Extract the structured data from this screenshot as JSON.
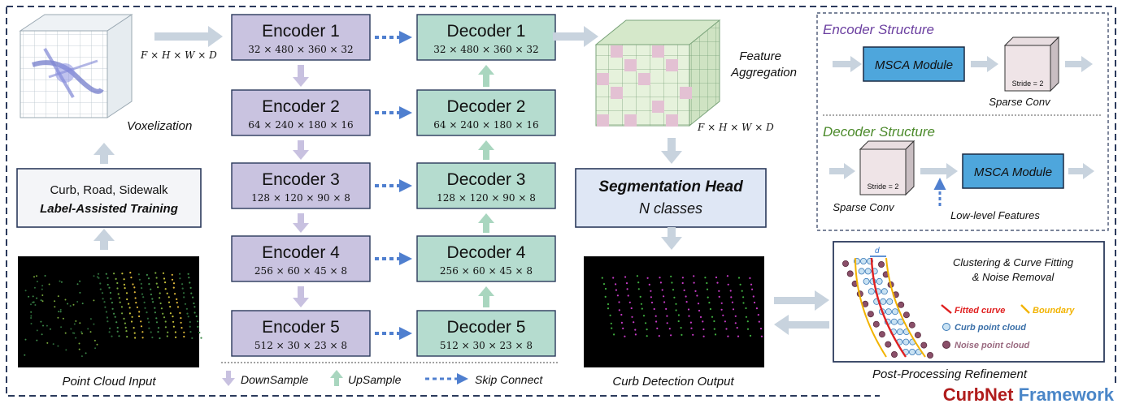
{
  "encoders": [
    {
      "name": "Encoder 1",
      "dims": "32 × 480 × 360 × 32"
    },
    {
      "name": "Encoder 2",
      "dims": "64 × 240 × 180 × 16"
    },
    {
      "name": "Encoder 3",
      "dims": "128 × 120 × 90 × 8"
    },
    {
      "name": "Encoder 4",
      "dims": "256 × 60 × 45 × 8"
    },
    {
      "name": "Encoder 5",
      "dims": "512 × 30 × 23 × 8"
    }
  ],
  "decoders": [
    {
      "name": "Decoder 1",
      "dims": "32 × 480 × 360 × 32"
    },
    {
      "name": "Decoder 2",
      "dims": "64 × 240 × 180 × 16"
    },
    {
      "name": "Decoder 3",
      "dims": "128 × 120 × 90 × 8"
    },
    {
      "name": "Decoder 4",
      "dims": "256 × 60 × 45 × 8"
    },
    {
      "name": "Decoder 5",
      "dims": "512 × 30 × 23 × 8"
    }
  ],
  "labels": {
    "voxelization": "Voxelization",
    "point_cloud_input": "Point Cloud Input",
    "label_line1": "Curb, Road, Sidewalk",
    "label_line2": "Label-Assisted Training",
    "fhwd_left": "F × H × W × D",
    "fhwd_right": "F × H × W × D",
    "feature_line1": "Feature",
    "feature_line2": "Aggregation",
    "seg_head": "Segmentation Head",
    "seg_classes": "N classes",
    "curb_output": "Curb Detection Output",
    "legend_down": "DownSample",
    "legend_up": "UpSample",
    "legend_skip": "Skip Connect"
  },
  "encoder_structure": {
    "title": "Encoder Structure",
    "module": "MSCA Module",
    "stride": "Stride = 2",
    "conv": "Sparse Conv"
  },
  "decoder_structure": {
    "title": "Decoder Structure",
    "module": "MSCA Module",
    "stride": "Stride = 2",
    "conv": "Sparse Conv",
    "lowlevel": "Low-level Features"
  },
  "post": {
    "title_line1": "Clustering & Curve Fitting",
    "title_line2": "& Noise Removal",
    "d_label": "d",
    "fitted": "Fitted curve",
    "boundary": "Boundary",
    "curb_pc": "Curb point cloud",
    "noise_pc": "Noise point cloud",
    "caption": "Post-Processing Refinement"
  },
  "brand": {
    "part1": "CurbNet",
    "part2": "Framework"
  },
  "colors": {
    "encoder_fill": "#c9c3e0",
    "decoder_fill": "#b5dccf",
    "msca_fill": "#4ea6dc",
    "seg_fill": "#dfe7f5",
    "curbnet_red": "#b01c1c",
    "framework_blue": "#4a86c8",
    "enc_title": "#6b3fa0",
    "dec_title": "#4b8a2a"
  }
}
